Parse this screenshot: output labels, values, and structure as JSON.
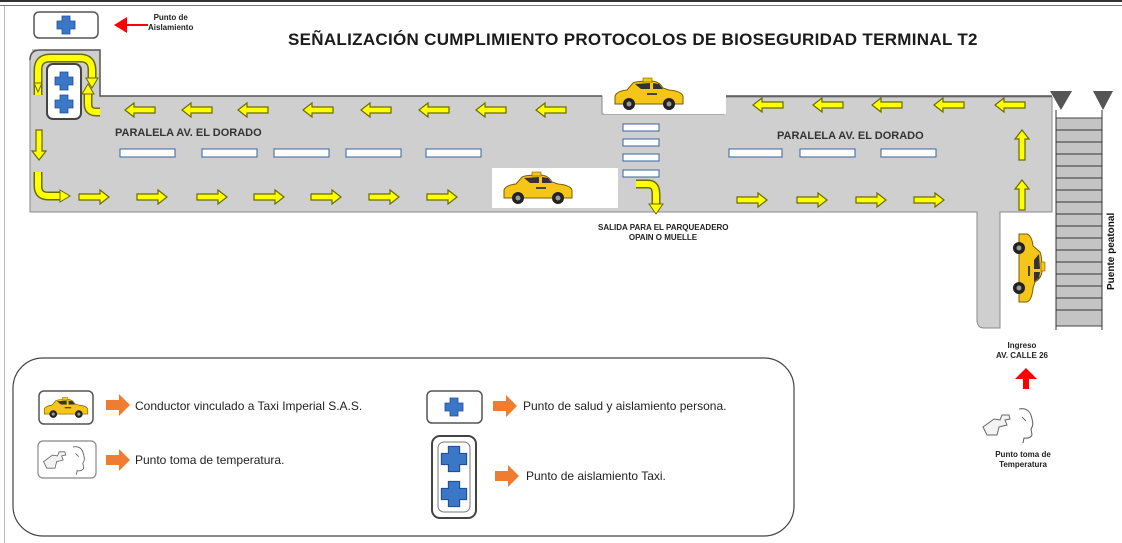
{
  "title": "SEÑALIZACIÓN CUMPLIMIENTO PROTOCOLOS DE BIOSEGURIDAD TERMINAL T2",
  "top_legend": {
    "label_line1": "Punto de",
    "label_line2": "Aislamiento"
  },
  "road": {
    "left_label": "PARALELA AV. EL DORADO",
    "right_label": "PARALELA AV. EL DORADO",
    "exit_line1": "SALIDA PARA EL PARQUEADERO",
    "exit_line2": "OPAIN O  MUELLE",
    "bridge_label": "Puente peatonal",
    "entry_line1": "Ingreso",
    "entry_line2": "AV. CALLE 26",
    "temp_line1": "Punto toma de",
    "temp_line2": "Temperatura"
  },
  "legend": {
    "taxi_driver": "Conductor vinculado a Taxi Imperial S.A.S.",
    "temperature": "Punto toma de temperatura.",
    "health_point": "Punto de salud y  aislamiento persona.",
    "taxi_isolation": "Punto de aislamiento Taxi."
  },
  "colors": {
    "road": "#cfcfcf",
    "arrow_yellow": "#ffff00",
    "arrow_red": "#ff0000",
    "arrow_orange": "#ee7d31",
    "cross_blue": "#3a77c7",
    "taxi_yellow": "#f5c518"
  },
  "icons": [
    "taxi-icon",
    "blue-cross-icon",
    "temperature-scan-icon",
    "pedestrian-bridge-icon"
  ]
}
